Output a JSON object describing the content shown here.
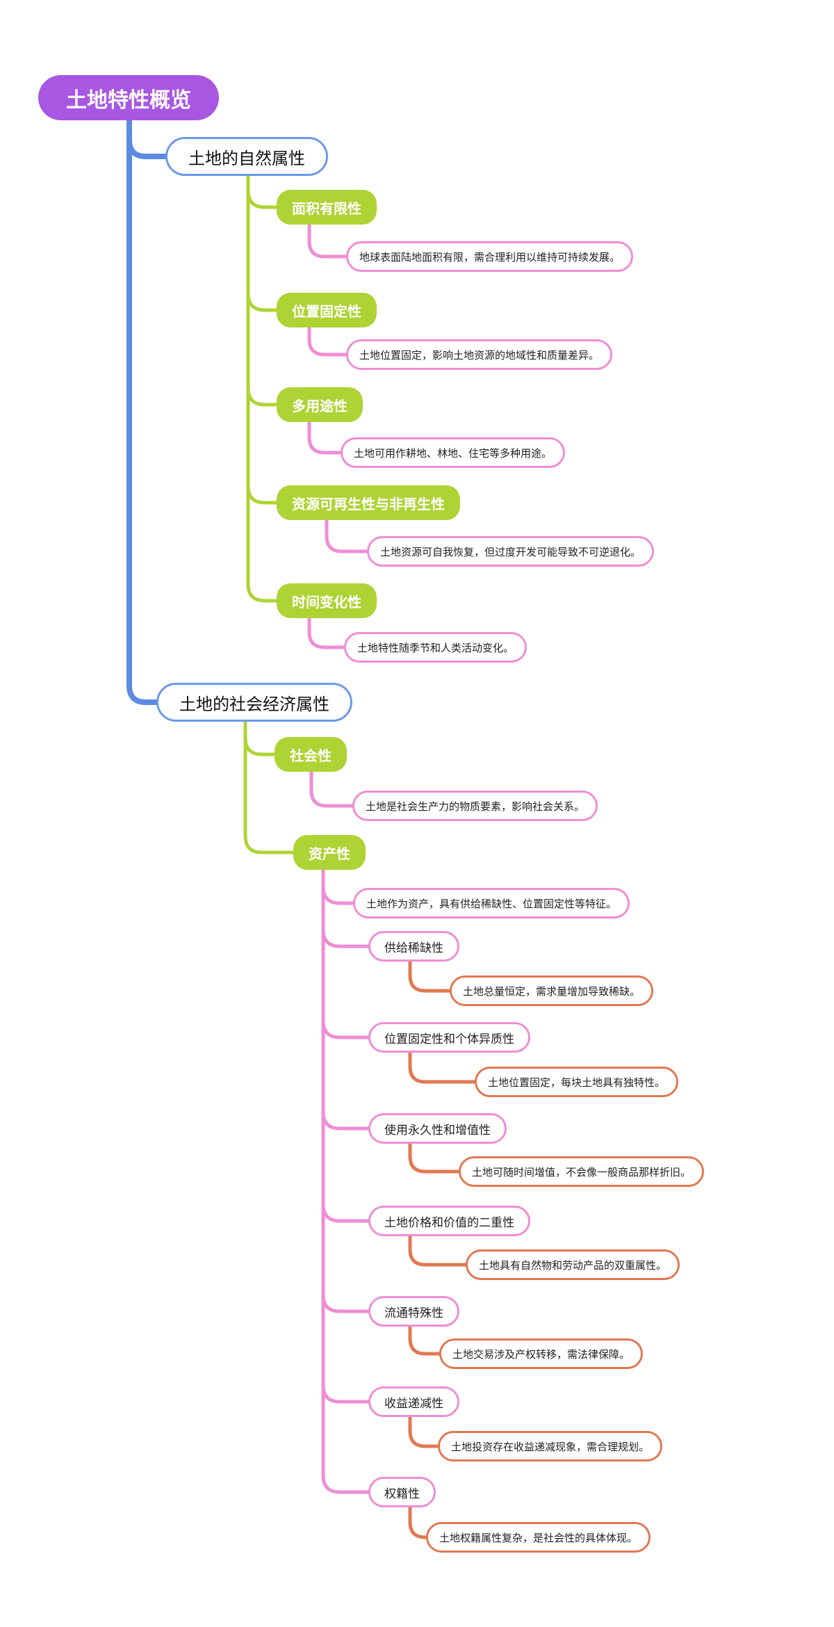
{
  "palette": {
    "root_fill": "#a857e3",
    "root_text": "#ffffff",
    "branch_connector": "#5e8be2",
    "level2_border": "#6c99e8",
    "level3_fill": "#aed334",
    "level3_connector": "#aed334",
    "pink_border": "#ef8dd6",
    "orange_border": "#e17852"
  },
  "mindmap": {
    "root": {
      "label": "土地特性概览"
    },
    "branches": [
      {
        "label": "土地的自然属性",
        "children": [
          {
            "label": "面积有限性",
            "note": "地球表面陆地面积有限，需合理利用以维持可持续发展。"
          },
          {
            "label": "位置固定性",
            "note": "土地位置固定，影响土地资源的地域性和质量差异。"
          },
          {
            "label": "多用途性",
            "note": "土地可用作耕地、林地、住宅等多种用途。"
          },
          {
            "label": "资源可再生性与非再生性",
            "note": "土地资源可自我恢复，但过度开发可能导致不可逆退化。"
          },
          {
            "label": "时间变化性",
            "note": "土地特性随季节和人类活动变化。"
          }
        ]
      },
      {
        "label": "土地的社会经济属性",
        "children": [
          {
            "label": "社会性",
            "note": "土地是社会生产力的物质要素，影响社会关系。"
          },
          {
            "label": "资产性",
            "note": "土地作为资产，具有供给稀缺性、位置固定性等特征。",
            "children": [
              {
                "label": "供给稀缺性",
                "note": "土地总量恒定，需求量增加导致稀缺。"
              },
              {
                "label": "位置固定性和个体异质性",
                "note": "土地位置固定，每块土地具有独特性。"
              },
              {
                "label": "使用永久性和增值性",
                "note": "土地可随时间增值，不会像一般商品那样折旧。"
              },
              {
                "label": "土地价格和价值的二重性",
                "note": "土地具有自然物和劳动产品的双重属性。"
              },
              {
                "label": "流通特殊性",
                "note": "土地交易涉及产权转移，需法律保障。"
              },
              {
                "label": "收益递减性",
                "note": "土地投资存在收益递减现象，需合理规划。"
              },
              {
                "label": "权籍性",
                "note": "土地权籍属性复杂，是社会性的具体体现。"
              }
            ]
          }
        ]
      }
    ]
  }
}
